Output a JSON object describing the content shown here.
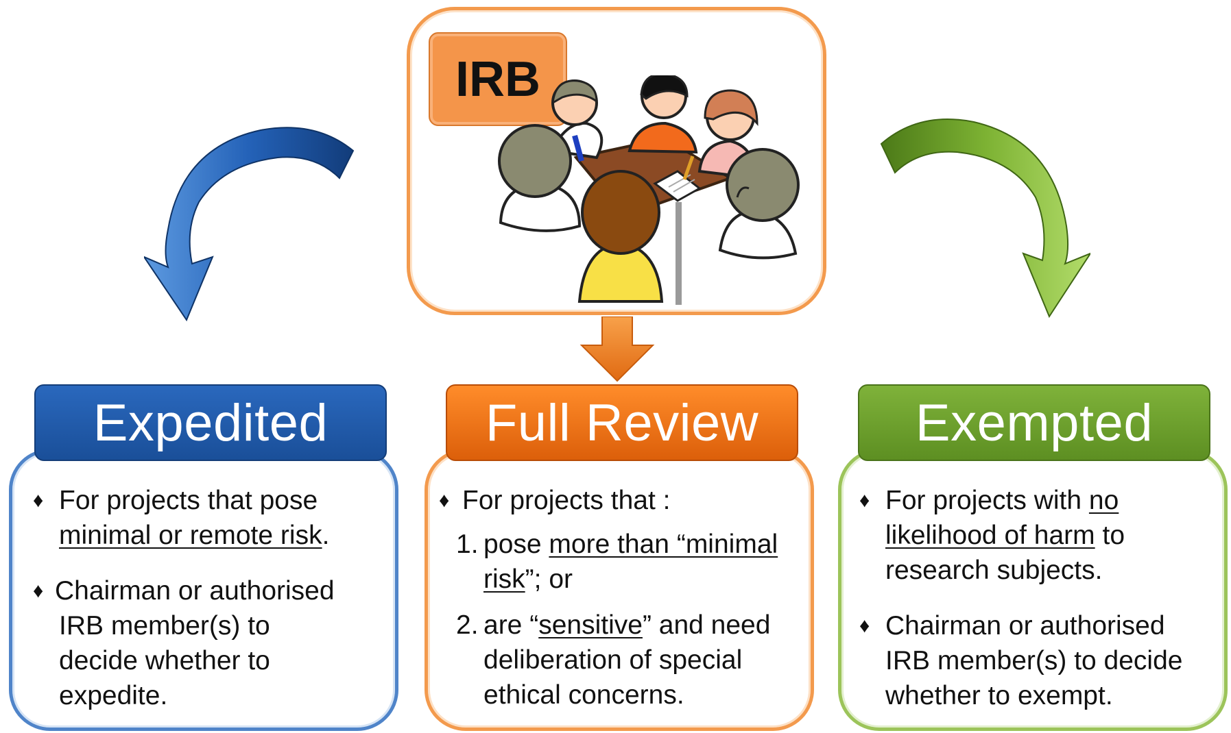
{
  "irb": {
    "label": "IRB"
  },
  "colors": {
    "blue": "#1f5aa8",
    "orange": "#f07a1c",
    "green": "#6ea12d",
    "irb_border": "#f39a4d"
  },
  "columns": {
    "expedited": {
      "title": "Expedited",
      "b1_prefix": "For projects that pose",
      "b1_underlined": "minimal or remote risk",
      "b1_suffix": ".",
      "b2_l1": "Chairman or authorised",
      "b2_l2": "IRB member(s) to",
      "b2_l3": "decide whether to",
      "b2_l4": "expedite."
    },
    "full_review": {
      "title": "Full Review",
      "intro": "For projects that :",
      "i1_num": "1.",
      "i1_prefix": "pose ",
      "i1_underlined_a": "more than “minimal",
      "i1_underlined_b": "risk",
      "i1_suffix": "”; or",
      "i2_num": "2.",
      "i2_prefix": "are “",
      "i2_underlined": "sensitive",
      "i2_suffix": "” and need",
      "i2_l2": "deliberation of special",
      "i2_l3": "ethical concerns."
    },
    "exempted": {
      "title": "Exempted",
      "b1_prefix": "For projects with ",
      "b1_underlined_a": "no",
      "b1_underlined_b": "likelihood of harm",
      "b1_suffix": " to",
      "b1_l3": "research subjects.",
      "b2_l1": "Chairman or authorised",
      "b2_l2": "IRB member(s) to decide",
      "b2_l3": "whether to exempt."
    }
  },
  "icons": {
    "bullet": "♦",
    "left_arrow": "curved-arrow-blue-icon",
    "right_arrow": "curved-arrow-green-icon",
    "down_arrow": "down-arrow-orange-icon",
    "meeting": "meeting-table-icon"
  }
}
